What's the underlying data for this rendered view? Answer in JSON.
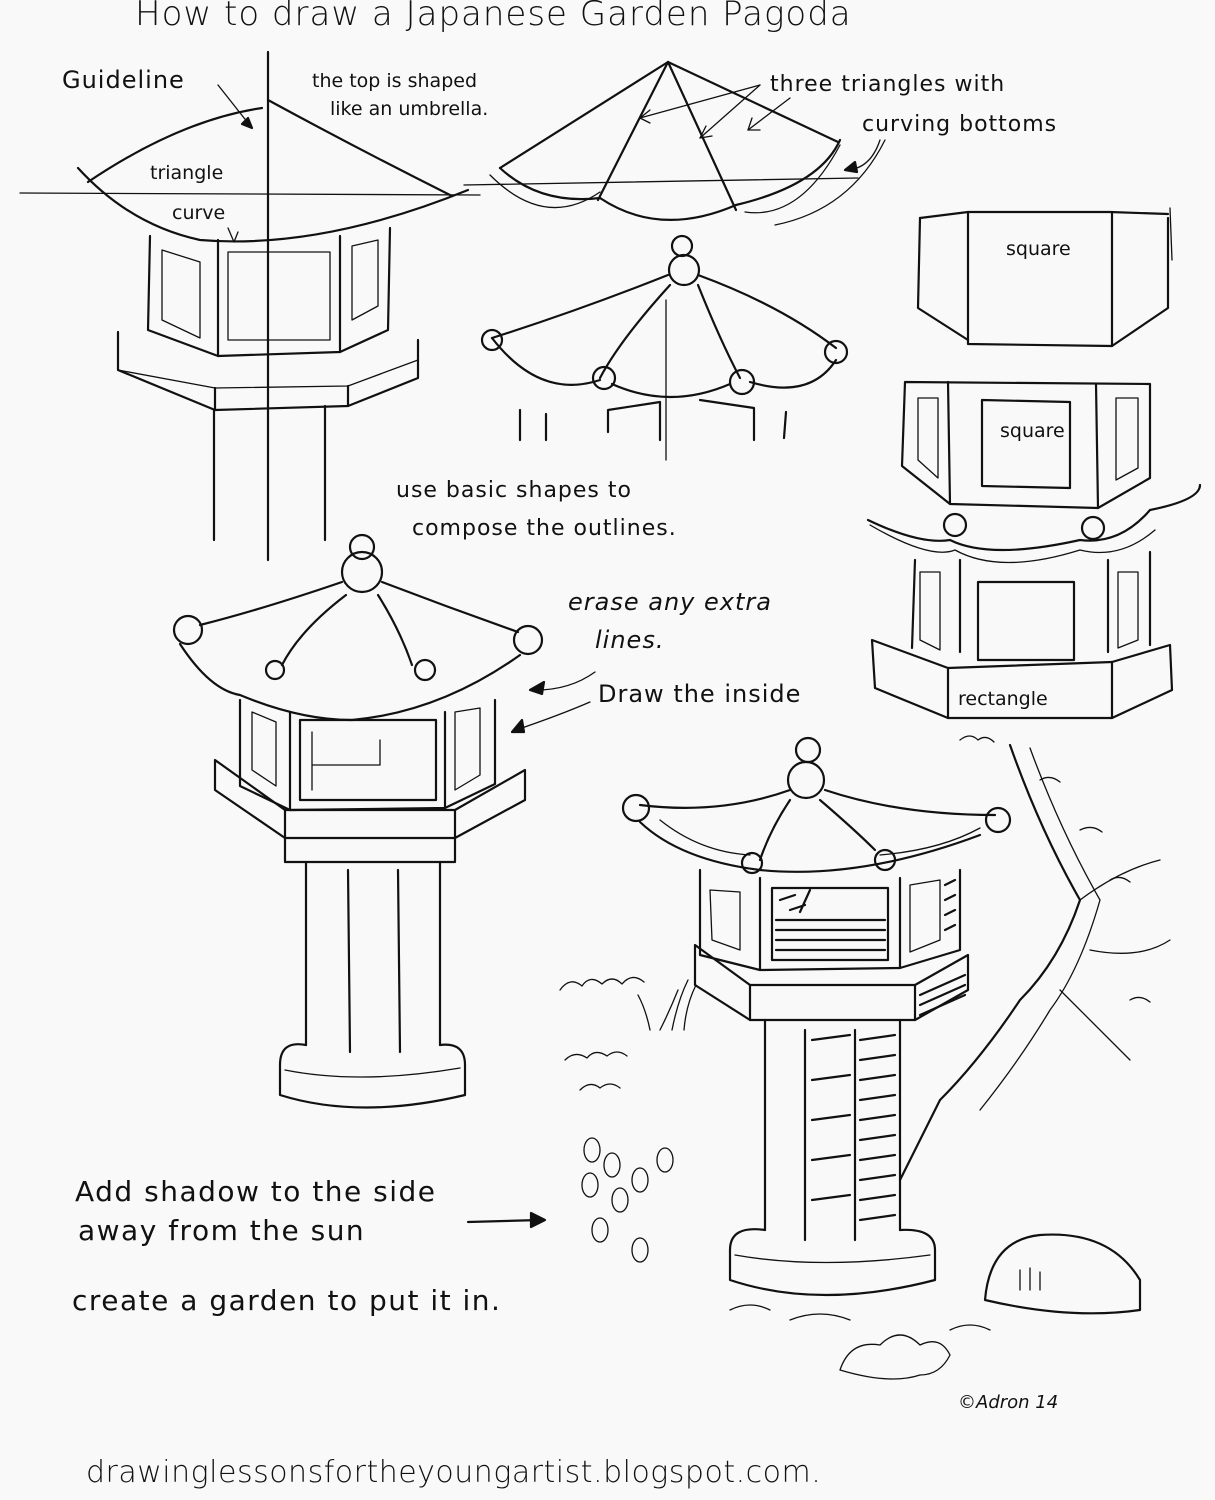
{
  "title": "How to draw a Japanese Garden Pagoda",
  "annotations": {
    "guideline": "Guideline",
    "top_shape_line1": "the top is shaped",
    "top_shape_line2": "like an umbrella.",
    "triangle": "triangle",
    "curve": "curve",
    "three_triangles_line1": "three triangles with",
    "three_triangles_line2": "curving bottoms",
    "square_top": "square",
    "square_middle": "square",
    "rectangle": "rectangle",
    "basic_shapes_line1": "use basic shapes to",
    "basic_shapes_line2": "compose the outlines.",
    "erase_line1": "erase any extra",
    "erase_line2": "lines.",
    "draw_inside": "Draw the inside",
    "shadow_line1": "Add shadow  to the side",
    "shadow_line2": "away from the sun",
    "garden": "create a garden to put it in."
  },
  "signature": "©Adron 14",
  "footer": "drawinglessonsfortheyoungartist.blogspot.com.",
  "steps": [
    {
      "name": "step-1-guideline-umbrella-roof"
    },
    {
      "name": "step-2-three-triangles"
    },
    {
      "name": "step-3-roof-with-knobs"
    },
    {
      "name": "step-4-square-walls"
    },
    {
      "name": "step-5-window-frames"
    },
    {
      "name": "step-6-roof-and-base-rectangle"
    },
    {
      "name": "step-7-outlined-lantern"
    },
    {
      "name": "step-8-shaded-lantern-in-garden"
    }
  ],
  "colors": {
    "ink": "#111111",
    "paper": "#f9f9f9"
  }
}
